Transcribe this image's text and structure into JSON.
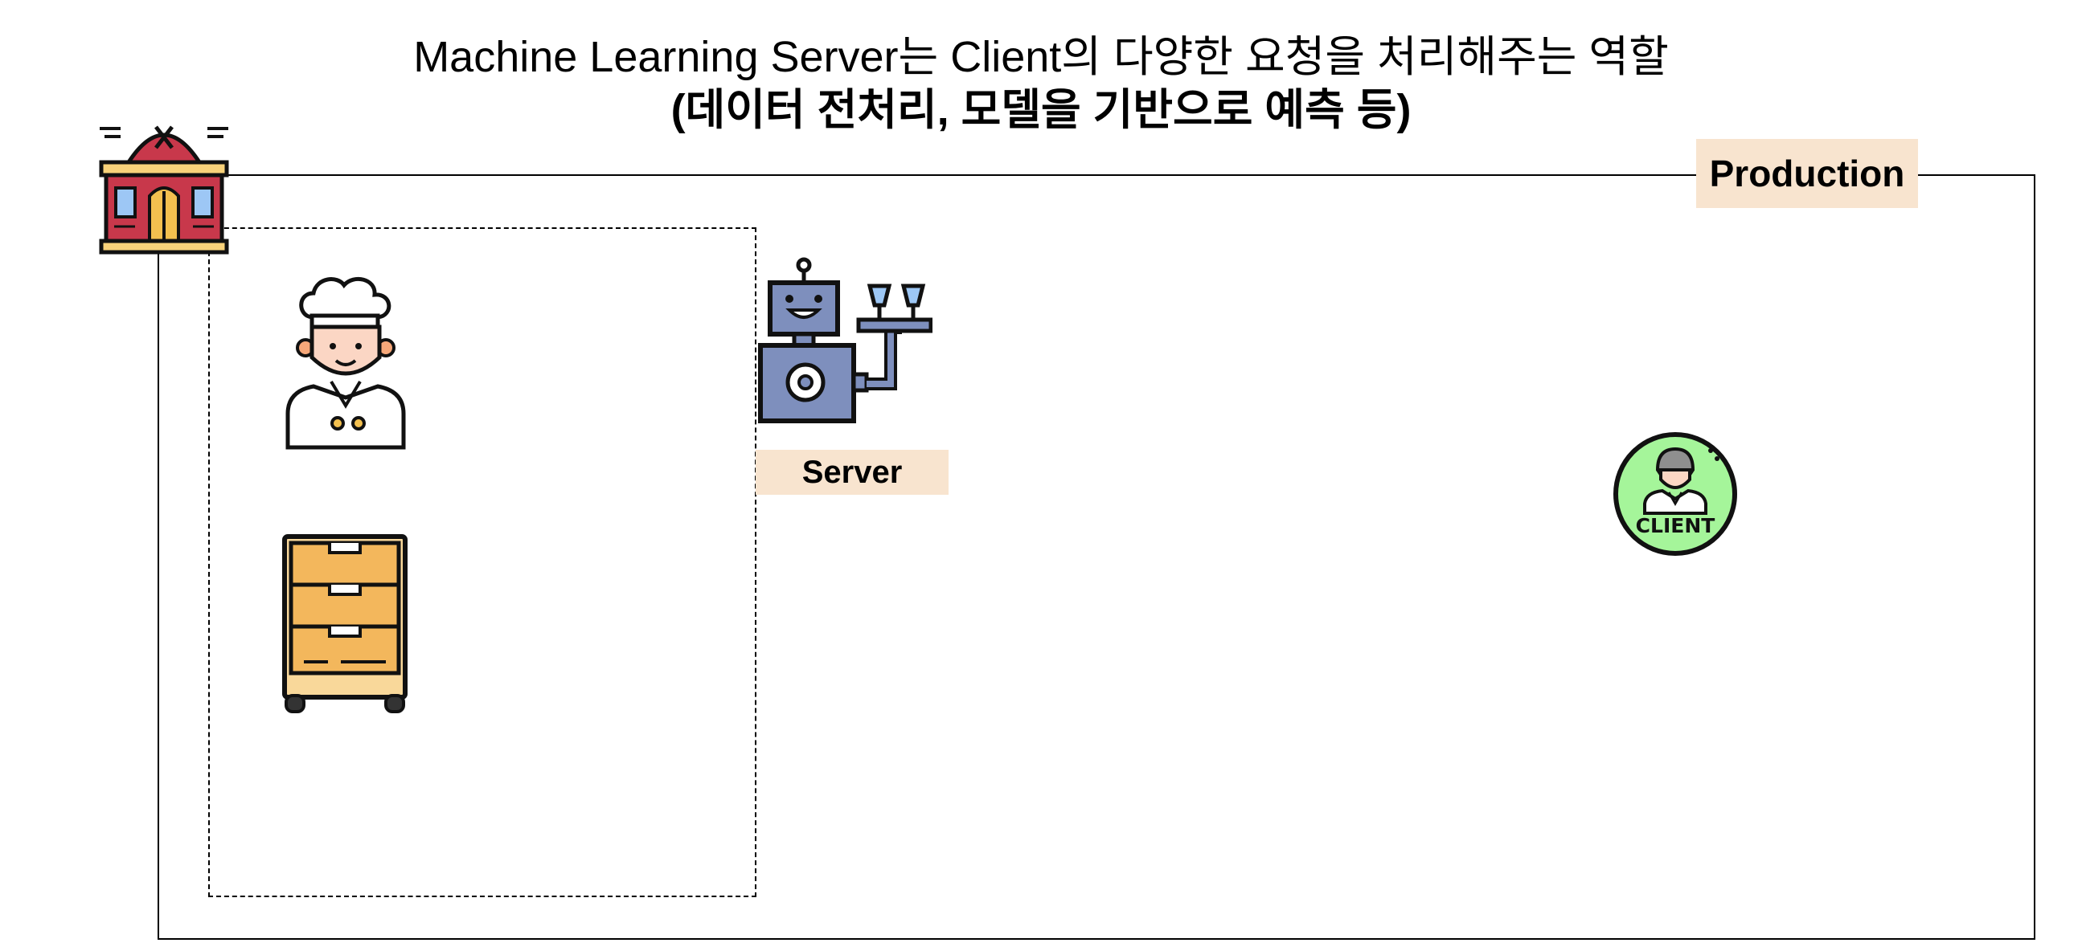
{
  "title": {
    "line1": "Machine Learning Server는 Client의 다양한 요청을 처리해주는 역할",
    "line2": "(데이터 전처리, 모델을 기반으로 예측 등)"
  },
  "labels": {
    "production": "Production",
    "server": "Server",
    "client_badge": "CLIENT"
  },
  "icons": {
    "restaurant": "restaurant-icon",
    "chef": "chef-icon",
    "drawer": "drawer-cabinet-icon",
    "robot": "robot-waiter-icon",
    "client": "client-icon"
  },
  "colors": {
    "label_bg": "#f8e4cf",
    "restaurant_red": "#c8384b",
    "cabinet_orange": "#f3b75c",
    "robot_blue": "#7e8fbd",
    "client_green": "#a5f59a"
  }
}
